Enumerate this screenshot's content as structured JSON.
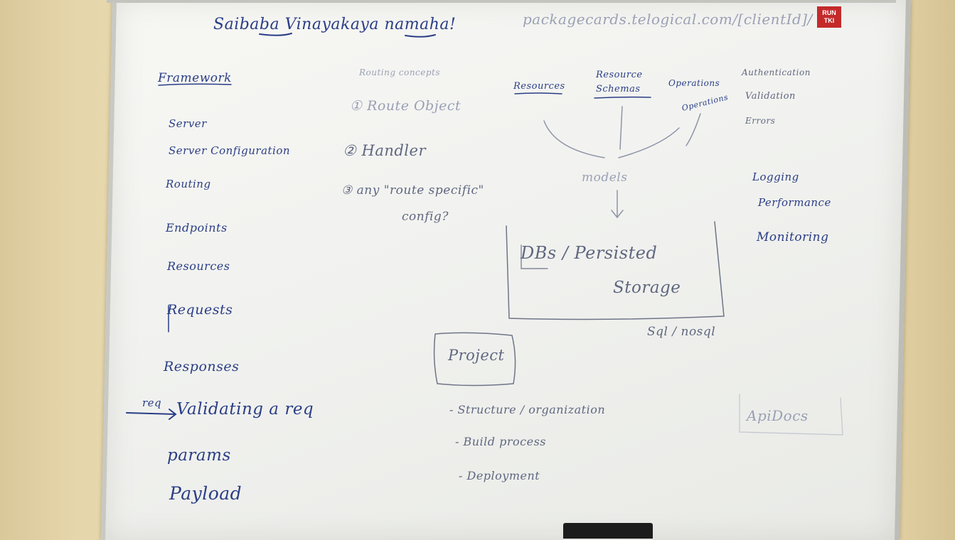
{
  "header": {
    "title": "Saibaba Vinayakaya namaha!",
    "url": "packagecards.telogical.com/[clientId]/"
  },
  "logo_text": "RUN TKI",
  "left_list": {
    "title": "Framework",
    "items": [
      "Server",
      "Server Configuration",
      "Routing",
      "Endpoints",
      "Resources",
      "Requests",
      "Responses",
      "Validating a req",
      "params",
      "Payload"
    ],
    "validating_prefix": "req"
  },
  "route_config": {
    "heading": "Routing concepts",
    "step1": "① Route Object",
    "step2": "② Handler",
    "step3": "③ any \"route specific\"",
    "step3_cont": "config?"
  },
  "data_flow": {
    "top_items": [
      "Resources",
      "Resource Schemas",
      "Operations",
      "Operations"
    ],
    "models": "models",
    "storage_1": "DBs / Persisted",
    "storage_2": "Storage",
    "storage_kind": "Sql / nosql"
  },
  "right_list": {
    "items": [
      "Authentication",
      "Validation",
      "Errors",
      "Logging",
      "Performance",
      "Monitoring"
    ]
  },
  "project": {
    "box": "Project",
    "items": [
      "- Structure / organization",
      "- Build process",
      "- Deployment"
    ]
  },
  "api_docs": "ApiDocs"
}
